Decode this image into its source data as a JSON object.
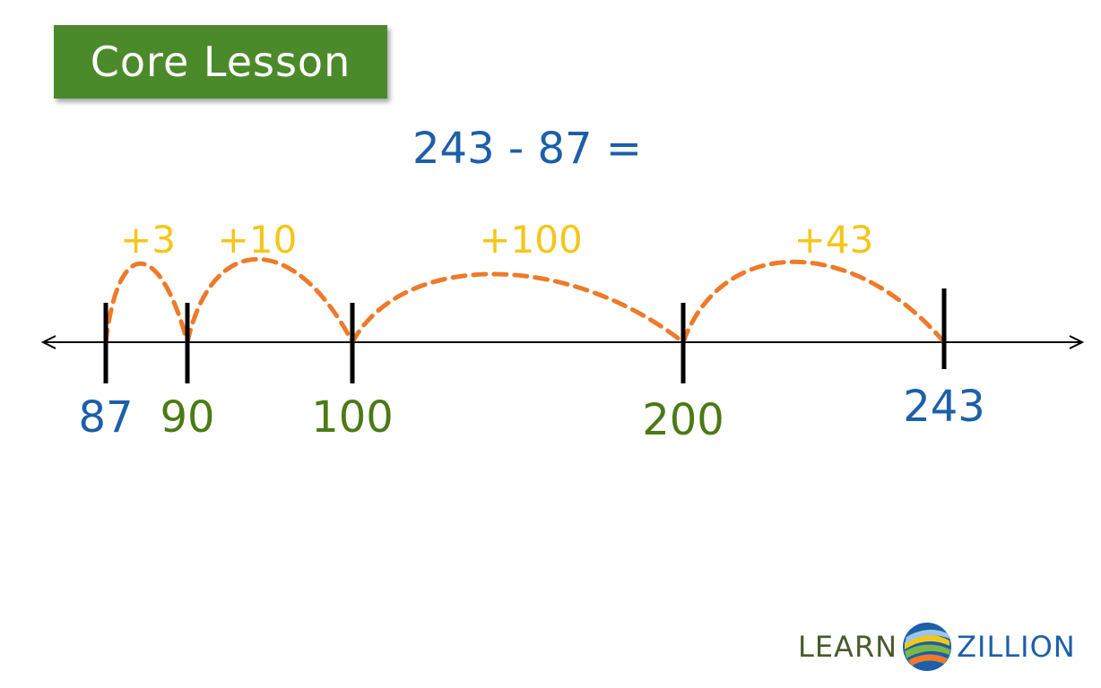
{
  "header": {
    "badge_label": "Core Lesson"
  },
  "problem": {
    "equation": "243 - 87 ="
  },
  "number_line": {
    "ticks": [
      {
        "value": 87,
        "label": "87",
        "color": "#1d5fa8"
      },
      {
        "value": 90,
        "label": "90",
        "color": "#4b7a16"
      },
      {
        "value": 100,
        "label": "100",
        "color": "#4b7a16"
      },
      {
        "value": 200,
        "label": "200",
        "color": "#4b7a16"
      },
      {
        "value": 243,
        "label": "243",
        "color": "#1d5fa8"
      }
    ],
    "jumps": [
      {
        "from": 87,
        "to": 90,
        "label": "+3"
      },
      {
        "from": 90,
        "to": 100,
        "label": "+10"
      },
      {
        "from": 100,
        "to": 200,
        "label": "+100"
      },
      {
        "from": 200,
        "to": 243,
        "label": "+43"
      }
    ],
    "jump_color": "#ee7a2a",
    "jump_label_color": "#f5c518",
    "axis_color": "#000000"
  },
  "logo": {
    "left_text": "LEARN",
    "right_text": "ZILLION"
  }
}
